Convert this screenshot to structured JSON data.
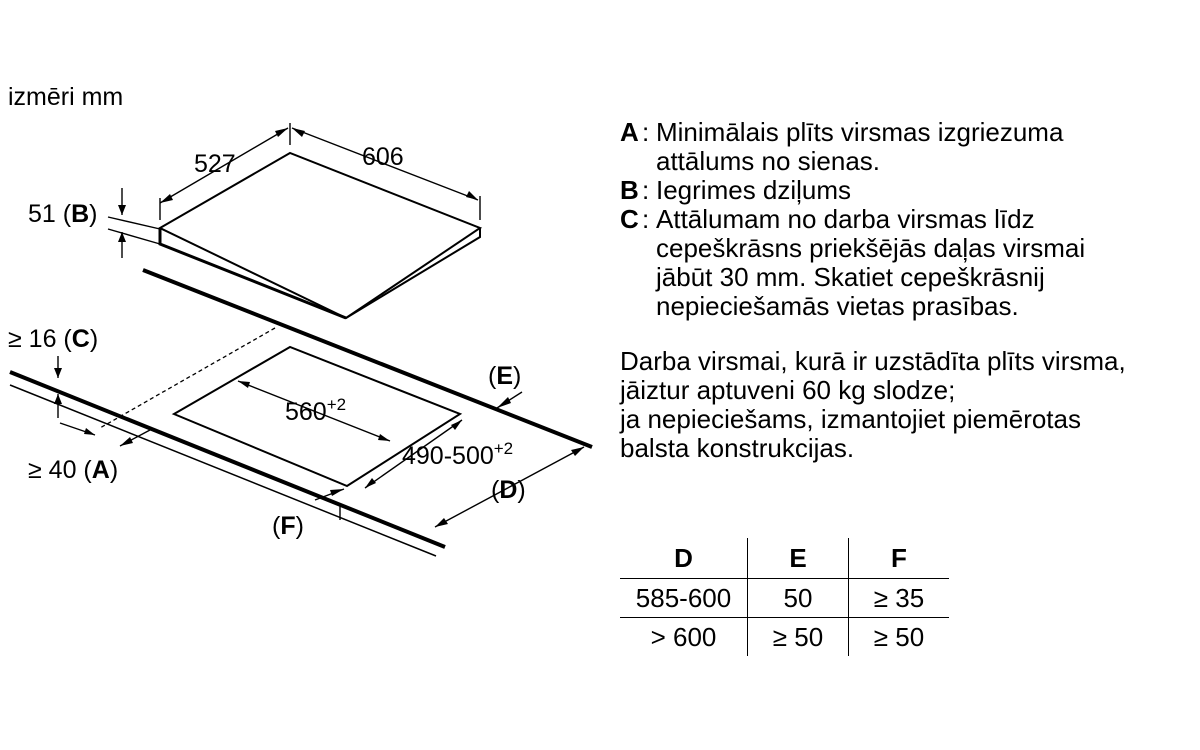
{
  "unit_label": "izmēri mm",
  "diagram": {
    "hob_depth": "527",
    "hob_width": "606",
    "depth_b": {
      "value": "51",
      "letter": "B"
    },
    "cutout_width": {
      "value": "560",
      "tolerance": "+2"
    },
    "cutout_depth": {
      "value": "490-500",
      "tolerance": "+2"
    },
    "min_c": {
      "prefix": "≥ 16",
      "letter": "C"
    },
    "min_a": {
      "prefix": "≥ 40",
      "letter": "A"
    },
    "label_e": "E",
    "label_d": "D",
    "label_f": "F"
  },
  "legend": [
    {
      "key": "A",
      "text": "Minimālais plīts virsmas izgriezuma\nattālums no sienas."
    },
    {
      "key": "B",
      "text": "Iegrimes dziļums"
    },
    {
      "key": "C",
      "text": "Attālumam no darba virsmas līdz\ncepeškrāsns priekšējās daļas virsmai\njābūt 30 mm. Skatiet cepeškrāsnij\nnepieciešamās vietas prasības."
    }
  ],
  "note": "Darba virsmai, kurā ir uzstādīta plīts virsma,\njāiztur aptuveni 60 kg slodze;\nja nepieciešams, izmantojiet piemērotas\nbalsta konstrukcijas.",
  "table": {
    "headers": [
      "D",
      "E",
      "F"
    ],
    "rows": [
      [
        "585-600",
        "50",
        "≥ 35"
      ],
      [
        "> 600",
        "≥ 50",
        "≥ 50"
      ]
    ]
  }
}
